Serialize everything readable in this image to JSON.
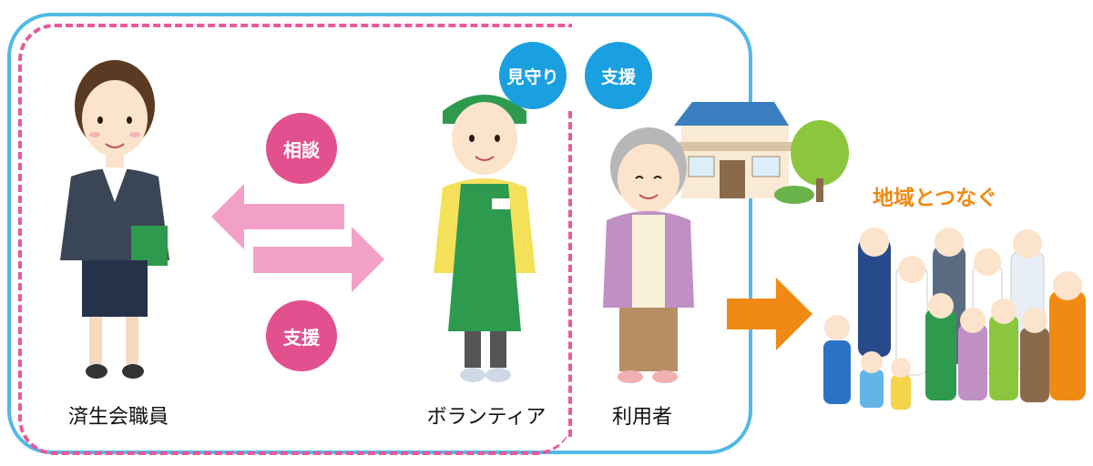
{
  "nodes": {
    "staff": "済生会職員",
    "volunteer": "ボランティア",
    "user": "利用者"
  },
  "badges": {
    "consult": "相談",
    "support_lower": "支援",
    "watch": "見守り",
    "support_upper": "支援"
  },
  "community_label": "地域とつなぐ",
  "colors": {
    "blue_frame": "#52b8e6",
    "pink_dashed_frame": "#e85a9a",
    "pink_badge": "#e2508f",
    "blue_badge": "#1aa0e0",
    "pink_arrows": "#f2a0c8",
    "orange_arrow": "#f08a14"
  }
}
